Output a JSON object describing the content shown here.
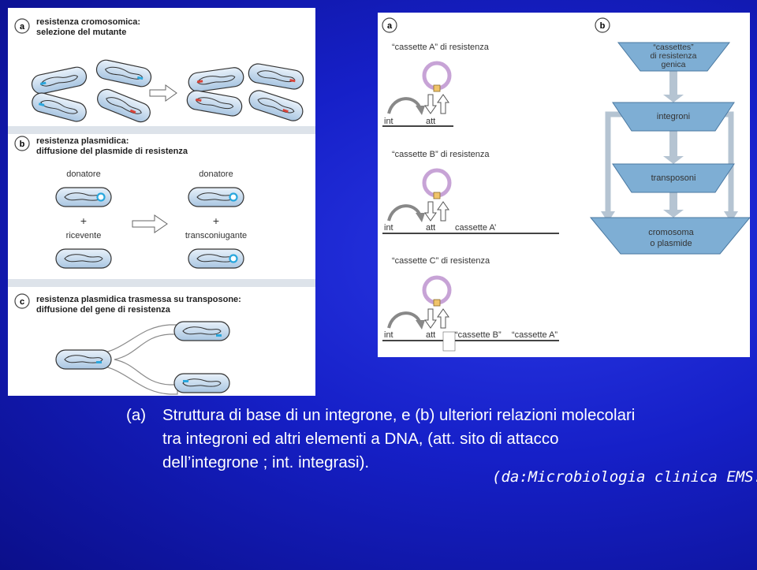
{
  "colors": {
    "background": "#1620c8",
    "cyan_gene": "#2aa7dd",
    "red_gene": "#d9443a",
    "cassette_ring": "#c7a3d6",
    "funnel": "#7eaed4"
  },
  "left": {
    "a": {
      "badge": "a",
      "title1": "resistenza cromosomica:",
      "title2": "selezione del mutante"
    },
    "b": {
      "badge": "b",
      "title1": "resistenza plasmidica:",
      "title2": "diffusione del plasmide di resistenza",
      "donor1": "donatore",
      "donor2": "donatore",
      "plus": "+",
      "recipient": "ricevente",
      "transconjugant": "transconiugante"
    },
    "c": {
      "badge": "c",
      "title1": "resistenza plasmidica trasmessa su transposone:",
      "title2": "diffusione del gene di resistenza"
    }
  },
  "right": {
    "a": {
      "badge": "a",
      "cassette_a": "“cassette A” di resistenza",
      "cassette_b": "“cassette B” di resistenza",
      "cassette_c": "“cassette C” di resistenza",
      "int": "int",
      "att": "att",
      "row2_cassette": "cassette A’",
      "row3_cassette1": "“cassette B”",
      "row3_cassette2": "“cassette A”"
    },
    "b": {
      "badge": "b",
      "top_line1": "“cassettes”",
      "top_line2": "di resistenza",
      "top_line3": "genica",
      "integrons": "integroni",
      "transposons": "transposoni",
      "bottom_line1": "cromosoma",
      "bottom_line2": "o plasmide"
    }
  },
  "caption": {
    "tag": "(a)",
    "line1": "Struttura di base di un integrone, e (b) ulteriori relazioni molecolari",
    "line2": "tra integroni ed altri elementi a DNA, (att. sito di attacco",
    "line3": "dell’integrone ; int. integrasi).",
    "source": "(da:Microbiologia clinica EMS."
  }
}
